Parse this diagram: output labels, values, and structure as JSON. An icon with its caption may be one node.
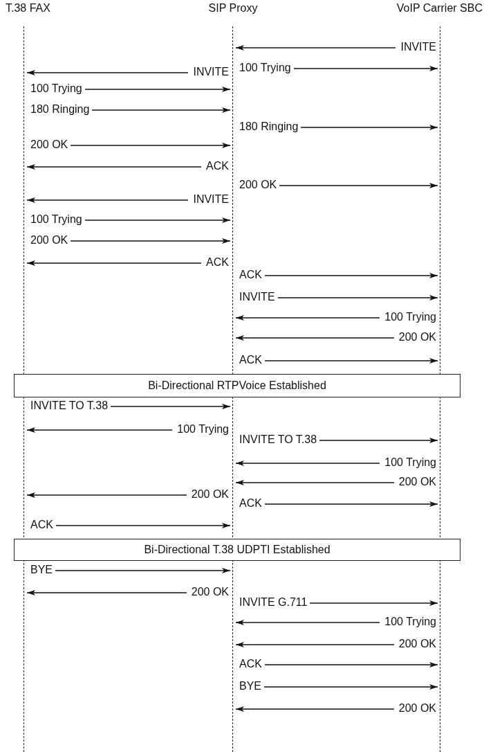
{
  "diagram": {
    "nodes": [
      {
        "text": [
          "T.38 FAX"
        ]
      },
      {
        "text": [
          "SIP Proxy"
        ]
      },
      {
        "text": [
          "VoIP Carrier SBC"
        ]
      },
      {
        "text": [],
        "shape": "bar"
      },
      {
        "text": [],
        "shape": "bar"
      },
      {
        "text": [],
        "shape": "bar"
      },
      {
        "text": [
          "Bi-Directional RTPVoice Established"
        ]
      },
      {
        "text": [
          "Bi-Directional T.38 UDPTI Established"
        ]
      }
    ],
    "edges": [
      {
        "from": 5,
        "to": 4,
        "arrow": "to",
        "label": "INVITE"
      },
      {
        "from": 4,
        "to": 5,
        "arrow": "to",
        "label": "100 Trying"
      },
      {
        "from": 4,
        "to": 3,
        "arrow": "to",
        "label": "INVITE"
      },
      {
        "from": 3,
        "to": 4,
        "arrow": "to",
        "label": "100 Trying"
      },
      {
        "from": 3,
        "to": 4,
        "arrow": "to",
        "label": "180 Ringing"
      },
      {
        "from": 4,
        "to": 5,
        "arrow": "to",
        "label": "180 Ringing"
      },
      {
        "from": 3,
        "to": 4,
        "arrow": "to",
        "label": "200 OK"
      },
      {
        "from": 4,
        "to": 3,
        "arrow": "to",
        "label": "ACK"
      },
      {
        "from": 4,
        "to": 5,
        "arrow": "to",
        "label": "200 OK"
      },
      {
        "from": 4,
        "to": 3,
        "arrow": "to",
        "label": "INVITE"
      },
      {
        "from": 3,
        "to": 4,
        "arrow": "to",
        "label": "100 Trying"
      },
      {
        "from": 3,
        "to": 4,
        "arrow": "to",
        "label": "200 OK"
      },
      {
        "from": 4,
        "to": 3,
        "arrow": "to",
        "label": "ACK"
      },
      {
        "from": 4,
        "to": 5,
        "arrow": "to",
        "label": "ACK"
      },
      {
        "from": 4,
        "to": 5,
        "arrow": "to",
        "label": "INVITE"
      },
      {
        "from": 5,
        "to": 4,
        "arrow": "to",
        "label": "100 Trying"
      },
      {
        "from": 5,
        "to": 4,
        "arrow": "to",
        "label": "200 OK"
      },
      {
        "from": 4,
        "to": 5,
        "arrow": "to",
        "label": "ACK"
      },
      {
        "from": 3,
        "to": 4,
        "arrow": "to",
        "label": "INVITE TO T.38"
      },
      {
        "from": 4,
        "to": 3,
        "arrow": "to",
        "label": "100 Trying"
      },
      {
        "from": 4,
        "to": 5,
        "arrow": "to",
        "label": "INVITE TO T.38"
      },
      {
        "from": 5,
        "to": 4,
        "arrow": "to",
        "label": "100 Trying"
      },
      {
        "from": 5,
        "to": 4,
        "arrow": "to",
        "label": "200 OK"
      },
      {
        "from": 4,
        "to": 3,
        "arrow": "to",
        "label": "200 OK"
      },
      {
        "from": 4,
        "to": 5,
        "arrow": "to",
        "label": "ACK"
      },
      {
        "from": 3,
        "to": 4,
        "arrow": "to",
        "label": "ACK"
      },
      {
        "from": 3,
        "to": 4,
        "arrow": "to",
        "label": "BYE"
      },
      {
        "from": 4,
        "to": 3,
        "arrow": "to",
        "label": "200 OK"
      },
      {
        "from": 4,
        "to": 5,
        "arrow": "to",
        "label": "INVITE G.711"
      },
      {
        "from": 5,
        "to": 4,
        "arrow": "to",
        "label": "100 Trying"
      },
      {
        "from": 5,
        "to": 4,
        "arrow": "to",
        "label": "200 OK"
      },
      {
        "from": 4,
        "to": 5,
        "arrow": "to",
        "label": "ACK"
      },
      {
        "from": 4,
        "to": 5,
        "arrow": "to",
        "label": "BYE"
      },
      {
        "from": 5,
        "to": 4,
        "arrow": "to",
        "label": "200 OK"
      }
    ]
  }
}
